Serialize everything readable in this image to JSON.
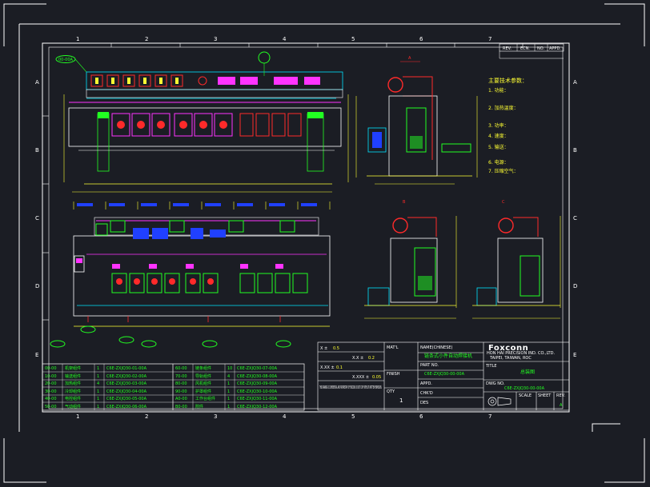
{
  "sheet": {
    "zone_cols": [
      "1",
      "2",
      "3",
      "4",
      "5",
      "6",
      "7"
    ],
    "zone_rows": [
      "A",
      "B",
      "C",
      "D",
      "E"
    ],
    "revision_headers": [
      "REV.",
      "ECN.",
      "NO.",
      "APPD."
    ]
  },
  "notes": {
    "title": "主要技术参数：",
    "lines": [
      "1. 功能：",
      "2. 加热温度：",
      "3. 功率：",
      "4. 速度：",
      "5. 输送：",
      "6. 电源：",
      "7. 压缩空气："
    ]
  },
  "title_block": {
    "tolerances": [
      {
        "label": "X ±",
        "value": "0.5"
      },
      {
        "label": "X.X ±",
        "value": "0.2"
      },
      {
        "label": "X.XX ±",
        "value": "0.1"
      },
      {
        "label": "X.XXX ±",
        "value": "0.05"
      }
    ],
    "matl_label": "MAT'L",
    "finish_label": "FINISH",
    "qty_label": "QTY",
    "qty_value": "1",
    "name_label": "NAME(CHINESE)",
    "name_value": "链条式小件自动焊接机",
    "part_label": "PART NO.",
    "part_value": "C6E-ZXJQ30-00-00A",
    "approved_label": "APPD.",
    "checked_label": "CHK'D",
    "designer_label": "DES",
    "brand": "Foxconn",
    "company_line1": "HON HAI PRECISION IND. CO.,LTD.",
    "company_line2": "TAIPEI, TAIWAN, ROC",
    "title_label": "TITLE",
    "title_value": "总装图",
    "dwg_label": "DWG NO.",
    "dwg_value": "C6E-ZXJQ30-00-00A",
    "scale_label": "SCALE",
    "sheet_label": "SHEET",
    "rev_label": "REV.",
    "rev_value": "A",
    "confidential": "THIS DRAWING IS CONFIDENTIAL AND PROPRIETARY OF FOXCONN. DO NOT COPY WITHOUT WRITTEN PERMISSION."
  },
  "bom": {
    "left": [
      {
        "no": "00-00",
        "name": "机架组件",
        "qty": "1",
        "dwg": "C6E-ZXJQ30-01-00A"
      },
      {
        "no": "10-00",
        "name": "输送组件",
        "qty": "1",
        "dwg": "C6E-ZXJQ30-02-00A"
      },
      {
        "no": "20-00",
        "name": "加热组件",
        "qty": "4",
        "dwg": "C6E-ZXJQ30-03-00A"
      },
      {
        "no": "30-00",
        "name": "冷却组件",
        "qty": "1",
        "dwg": "C6E-ZXJQ30-04-00A"
      },
      {
        "no": "40-00",
        "name": "电控组件",
        "qty": "1",
        "dwg": "C6E-ZXJQ30-05-00A"
      },
      {
        "no": "50-00",
        "name": "气动组件",
        "qty": "1",
        "dwg": "C6E-ZXJQ30-06-00A"
      }
    ],
    "right": [
      {
        "no": "60-00",
        "name": "链条组件",
        "qty": "10",
        "dwg": "C6E-ZXJQ30-07-00A"
      },
      {
        "no": "70-00",
        "name": "导轨组件",
        "qty": "4",
        "dwg": "C6E-ZXJQ30-08-00A"
      },
      {
        "no": "80-00",
        "name": "风机组件",
        "qty": "1",
        "dwg": "C6E-ZXJQ30-09-00A"
      },
      {
        "no": "90-00",
        "name": "护罩组件",
        "qty": "1",
        "dwg": "C6E-ZXJQ30-10-00A"
      },
      {
        "no": "A0-00",
        "name": "工作台组件",
        "qty": "1",
        "dwg": "C6E-ZXJQ30-11-00A"
      },
      {
        "no": "B0-00",
        "name": "附件",
        "qty": "1",
        "dwg": "C6E-ZXJQ30-12-00A"
      }
    ]
  },
  "callouts": {
    "top_front": "00-00A",
    "side_a": "A",
    "side_b": "B",
    "side_c": "C"
  },
  "colors": {
    "frame": "#ffffff",
    "cyan": "#00e5ff",
    "yellow": "#ffff33",
    "red": "#ff2a2a",
    "magenta": "#ff33ff",
    "green": "#22ff22",
    "blue": "#2040ff",
    "bg": "#1b1d24"
  }
}
